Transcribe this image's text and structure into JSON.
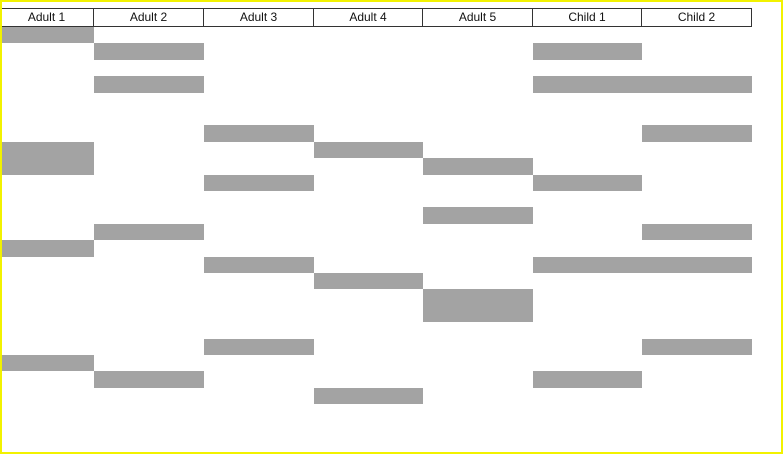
{
  "columns": [
    "Adult 1",
    "Adult 2",
    "Adult 3",
    "Adult 4",
    "Adult 5",
    "Child 1",
    "Child 2"
  ],
  "colors": {
    "block": "#a6a6a6",
    "border": "#f2f200"
  },
  "blocks": [
    {
      "col": 0,
      "span": 1,
      "row": 0,
      "rows": 1
    },
    {
      "col": 1,
      "span": 1,
      "row": 1,
      "rows": 1
    },
    {
      "col": 5,
      "span": 1,
      "row": 1,
      "rows": 1
    },
    {
      "col": 1,
      "span": 1,
      "row": 3,
      "rows": 1
    },
    {
      "col": 5,
      "span": 2,
      "row": 3,
      "rows": 1
    },
    {
      "col": 2,
      "span": 1,
      "row": 6,
      "rows": 1
    },
    {
      "col": 6,
      "span": 1,
      "row": 6,
      "rows": 1
    },
    {
      "col": 0,
      "span": 1,
      "row": 7,
      "rows": 2
    },
    {
      "col": 3,
      "span": 1,
      "row": 7,
      "rows": 1
    },
    {
      "col": 4,
      "span": 1,
      "row": 8,
      "rows": 1
    },
    {
      "col": 2,
      "span": 1,
      "row": 9,
      "rows": 1
    },
    {
      "col": 5,
      "span": 1,
      "row": 9,
      "rows": 1
    },
    {
      "col": 4,
      "span": 1,
      "row": 11,
      "rows": 1
    },
    {
      "col": 1,
      "span": 1,
      "row": 12,
      "rows": 1
    },
    {
      "col": 6,
      "span": 1,
      "row": 12,
      "rows": 1
    },
    {
      "col": 0,
      "span": 1,
      "row": 13,
      "rows": 1
    },
    {
      "col": 2,
      "span": 1,
      "row": 14,
      "rows": 1
    },
    {
      "col": 5,
      "span": 2,
      "row": 14,
      "rows": 1
    },
    {
      "col": 3,
      "span": 1,
      "row": 15,
      "rows": 1
    },
    {
      "col": 4,
      "span": 1,
      "row": 16,
      "rows": 2
    },
    {
      "col": 2,
      "span": 1,
      "row": 19,
      "rows": 1
    },
    {
      "col": 6,
      "span": 1,
      "row": 19,
      "rows": 1
    },
    {
      "col": 0,
      "span": 1,
      "row": 20,
      "rows": 1
    },
    {
      "col": 1,
      "span": 1,
      "row": 21,
      "rows": 1
    },
    {
      "col": 5,
      "span": 1,
      "row": 21,
      "rows": 1
    },
    {
      "col": 3,
      "span": 1,
      "row": 22,
      "rows": 1
    }
  ]
}
